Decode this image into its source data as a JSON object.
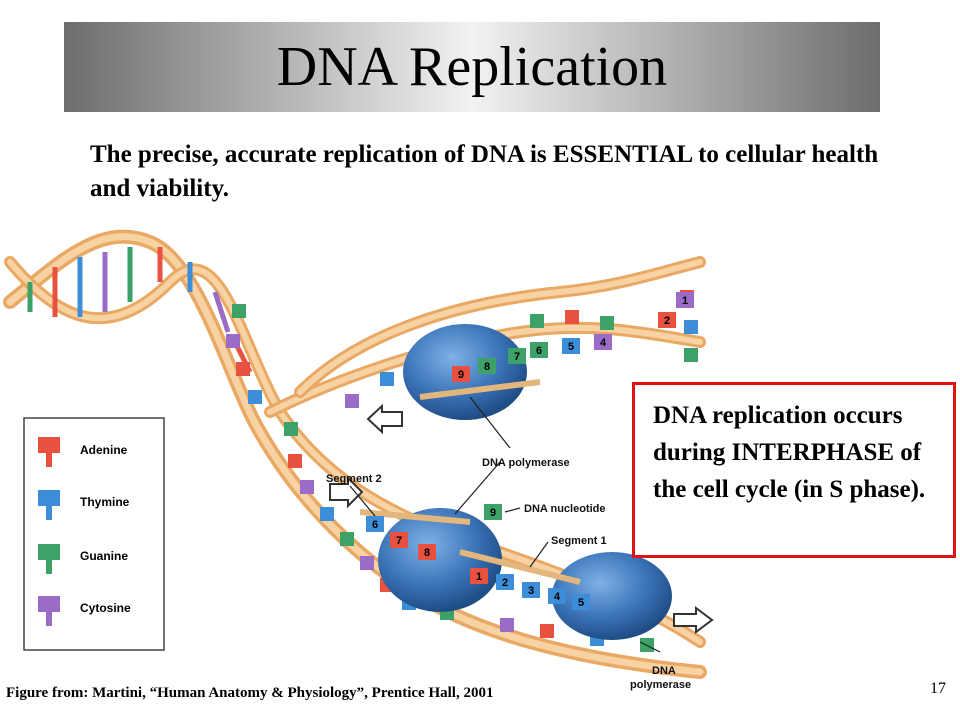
{
  "title": "DNA Replication",
  "intro_text": "The precise, accurate replication of DNA is ESSENTIAL to cellular health and viability.",
  "callout_text": "DNA replication occurs during INTERPHASE of the cell cycle (in S phase).",
  "caption": "Figure from: Martini, “Human Anatomy & Physiology”, Prentice Hall, 2001",
  "page_number": "17",
  "legend": {
    "adenine": "Adenine",
    "thymine": "Thymine",
    "guanine": "Guanine",
    "cytosine": "Cytosine"
  },
  "labels": {
    "dna_polymerase_top": "DNA polymerase",
    "segment_2": "Segment 2",
    "dna_nucleotide": "DNA nucleotide",
    "segment_1": "Segment 1",
    "dna_polymerase_bottom_1": "DNA",
    "dna_polymerase_bottom_2": "polymerase"
  },
  "colors": {
    "adenine": "#e8513f",
    "thymine": "#3c8ed8",
    "guanine": "#3da268",
    "cytosine": "#9b6bc8",
    "backbone": "#f0b878",
    "enzyme": "#3b74b8",
    "callout_border": "#e01313"
  }
}
